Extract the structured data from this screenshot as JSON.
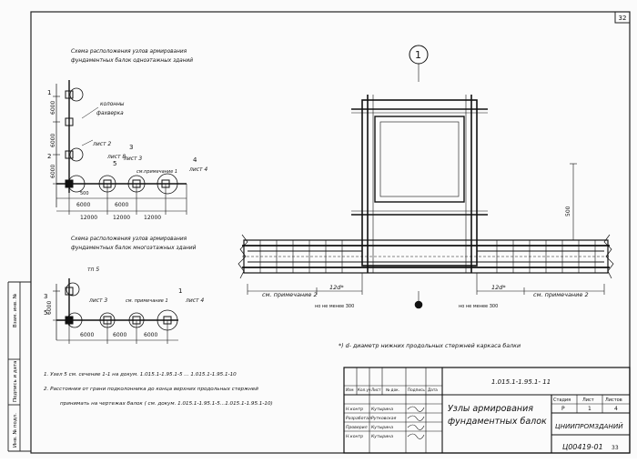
{
  "sheet": {
    "page_number": "32",
    "node_marker": "1",
    "document_code": "1.015.1-1.95.1- 11",
    "archive_number": "Ц00419-01",
    "archive_suffix": "33",
    "title_line1": "Узлы армирования",
    "title_line2": "фундаментных балок",
    "organization": "ЦНИИПРОМЗДАНИЙ"
  },
  "scheme1": {
    "title_line1": "Схема расположения узлов армирования",
    "title_line2": "фундаментных балок одноэтажных зданий",
    "label_columns": "колонны",
    "label_fachwerk": "фахверка",
    "sheet_labels": [
      "лист 2",
      "лист 3",
      "лист 4",
      "лист 8"
    ],
    "node_numbers": [
      "1",
      "2",
      "3",
      "4",
      "5"
    ],
    "side_dims": [
      "6000",
      "6000",
      "6000"
    ],
    "bottom_dims": [
      "6000",
      "12000",
      "6000",
      "12000",
      "12000"
    ],
    "small_dim": "500",
    "misc_label": "см.примечание 1"
  },
  "scheme2": {
    "title_line1": "Схема расположения узлов армирования",
    "title_line2": "фундаментных балок многоэтажных зданий",
    "node_numbers": [
      "3",
      "5",
      "1"
    ],
    "labels": [
      "тп 5",
      "лист 3",
      "см. примечание 1",
      "лист 4"
    ],
    "side_dim": "6000",
    "bottom_dims": [
      "6000",
      "6000",
      "6000"
    ]
  },
  "detail": {
    "dim_500": "500",
    "dim_12d_left": "12d*",
    "dim_12d_right": "12d*",
    "note_left": "см. примечание 2",
    "note_right": "см. примечание 2",
    "min_note_left": "но не менее 300",
    "min_note_right": "но не менее 300"
  },
  "footnote": "*) d- диаметр нижних продольных стержней каркаса балки",
  "notes": [
    "1. Узел 5 см. сечение 1-1 на докум. 1.015.1-1.95.1-5 ... 1.015.1-1.95.1-10",
    "2. Расстояния от грани подколонника до конца верхних продольных стержней",
    "принимать на чертежах балок ( см. докум. 1.015.1-1.95.1-5...1.015.1-1.95.1-10)"
  ],
  "side_strip": [
    "Инв. № подл.",
    "Подпись и дата",
    "Взам. инв. №"
  ],
  "title_block": {
    "header_cells": [
      "Изм",
      "Кол.уч",
      "Лист",
      "№ док.",
      "Подпись",
      "Дата"
    ],
    "roles": [
      "Н.контр",
      "Разработал",
      "Проверил",
      "Н.контр"
    ],
    "names": [
      "Кутырина",
      "Рутковская",
      "Кутырина",
      "Кутырина"
    ],
    "stage_header": "Стадия",
    "sheet_header": "Лист",
    "sheets_header": "Листов",
    "stage_value": "Р",
    "sheet_value": "1",
    "sheets_value": "4"
  }
}
